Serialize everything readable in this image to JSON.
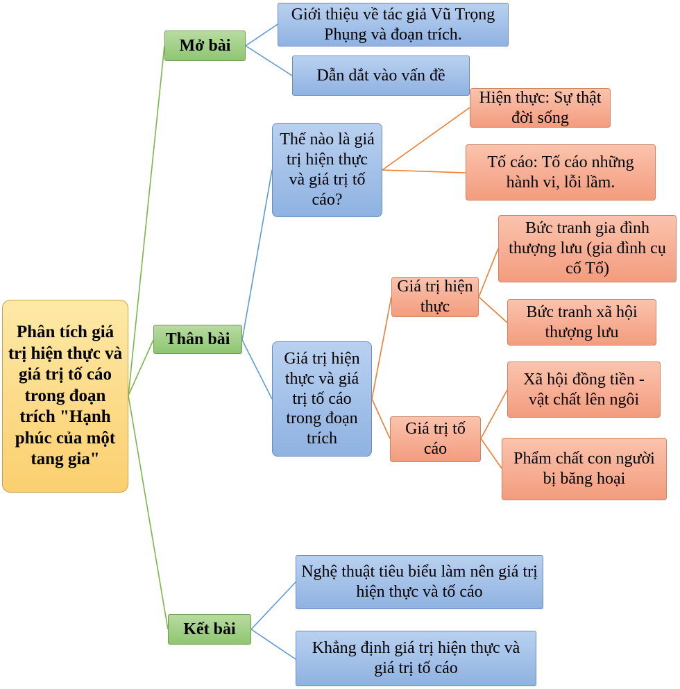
{
  "root": {
    "label": "Phân tích giá trị hiện thực và giá trị tố cáo trong đoạn trích \"Hạnh phúc của một tang gia\""
  },
  "mo_bai": {
    "label": "Mở bài",
    "children": [
      "Giới thiệu về tác giả Vũ Trọng Phụng và đoạn trích.",
      "Dẫn dắt vào vấn đề"
    ]
  },
  "than_bai": {
    "label": "Thân bài",
    "the_nao": {
      "label": "Thế nào là giá trị hiện thực và giá trị tố cáo?",
      "children": [
        "Hiện thực: Sự thật đời sống",
        "Tố cáo: Tố cáo những hành vi, lỗi lầm."
      ]
    },
    "gia_tri": {
      "label": "Giá trị hiện thực và giá trị tố cáo trong đoạn trích",
      "hien_thuc": {
        "label": "Giá trị hiện thực",
        "children": [
          "Bức tranh gia đình thượng lưu (gia đình cụ cố Tổ)",
          "Bức tranh xã hội thượng lưu"
        ]
      },
      "to_cao": {
        "label": "Giá trị tố cáo",
        "children": [
          "Xã hội đồng tiền - vật chất lên ngôi",
          "Phẩm chất con người bị băng hoại"
        ]
      }
    }
  },
  "ket_bai": {
    "label": "Kết bài",
    "children": [
      "Nghệ thuật tiêu biểu làm nên giá trị hiện thực và tố cáo",
      "Khẳng định giá trị hiện thực và giá trị tố cáo"
    ]
  },
  "colors": {
    "green_line": "#7ab648",
    "blue_line": "#5b9bd5",
    "orange_line": "#ed7d31"
  }
}
